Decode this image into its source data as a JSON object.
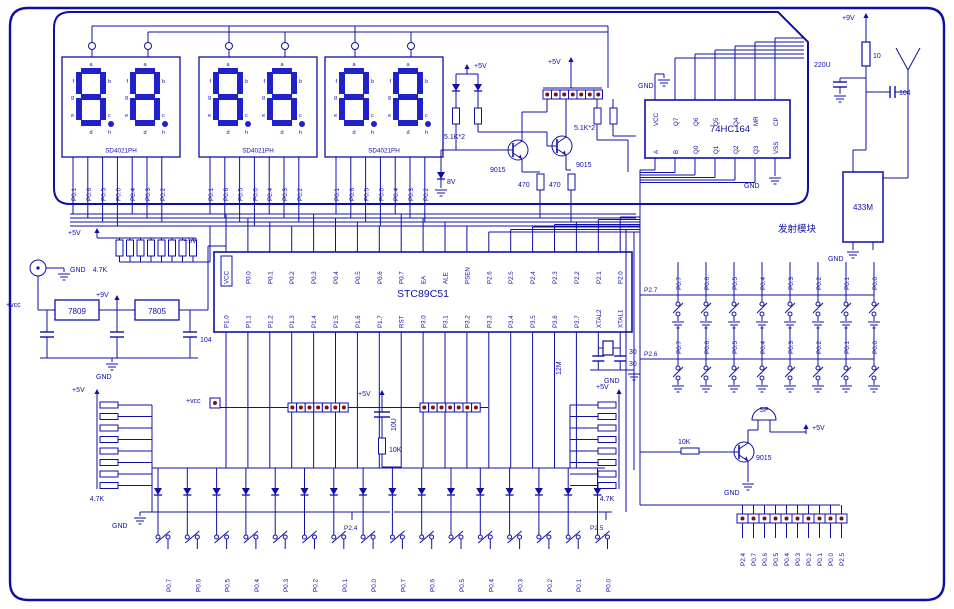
{
  "colors": {
    "ink": "#0f0fa8",
    "segment": "#2121cc",
    "dot": "#7c1111",
    "bg": "#ffffff"
  },
  "displays": {
    "part_number": "SD4021PH",
    "segment_letters": [
      "a",
      "b",
      "c",
      "d",
      "e",
      "f",
      "g",
      "h"
    ],
    "port_labels": [
      "P0.1",
      "P0.6",
      "P0.5",
      "P0.0",
      "P0.4",
      "P0.3",
      "P0.2"
    ]
  },
  "mcu": {
    "name": "STC89C51",
    "top_pins": [
      "VCC",
      "P0.0",
      "P0.1",
      "P0.2",
      "P0.3",
      "P0.4",
      "P0.5",
      "P0.6",
      "P0.7",
      "EA",
      "ALE",
      "PSEN",
      "P2.6",
      "P2.5",
      "P2.4",
      "P2.3",
      "P2.2",
      "P2.1",
      "P2.0"
    ],
    "bottom_pins": [
      "P1.0",
      "P1.1",
      "P1.2",
      "P1.3",
      "P1.4",
      "P1.5",
      "P1.6",
      "P1.7",
      "RST",
      "P3.0",
      "P3.1",
      "P3.2",
      "P3.3",
      "P3.4",
      "P3.5",
      "P3.6",
      "P3.7",
      "XTAL2",
      "XTAL1"
    ]
  },
  "hc164": {
    "name": "74HC164",
    "top_pins": [
      "VCC",
      "Q7",
      "Q6",
      "Q5",
      "Q4",
      "MR",
      "CP"
    ],
    "bottom_pins": [
      "A",
      "B",
      "Q0",
      "Q1",
      "Q2",
      "Q3",
      "VSS"
    ]
  },
  "rf": {
    "module": "433M",
    "caption": "发射模块"
  },
  "regulators": {
    "reg1": "7809",
    "reg2": "7805"
  },
  "power": {
    "p5": "+5V",
    "p9": "+9V",
    "vcc": "+vcc",
    "gnd": "GND"
  },
  "parts": {
    "r_pullup": "4.7K",
    "r_51k": "5.1K*2",
    "r_470": "470",
    "r_10k": "10K",
    "npn": "9015",
    "zener": "8V",
    "c104": "104",
    "c220u": "220U",
    "c10u": "10U",
    "c30": "30",
    "l10": "10",
    "xtal": "12M",
    "speaker": "SP"
  },
  "nets": {
    "p24": "P2.4",
    "p25": "P2.5",
    "p26": "P2.6",
    "p27": "P2.7"
  },
  "key_row_labels": [
    "P0.7",
    "P0.6",
    "P0.5",
    "P0.4",
    "P0.3",
    "P0.2",
    "P0.1",
    "P0.0"
  ],
  "bottom_header_labels": [
    "P2.4",
    "P0.7",
    "P0.6",
    "P0.5",
    "P0.4",
    "P0.3",
    "P0.2",
    "P0.1",
    "P0.0",
    "P2.5"
  ]
}
